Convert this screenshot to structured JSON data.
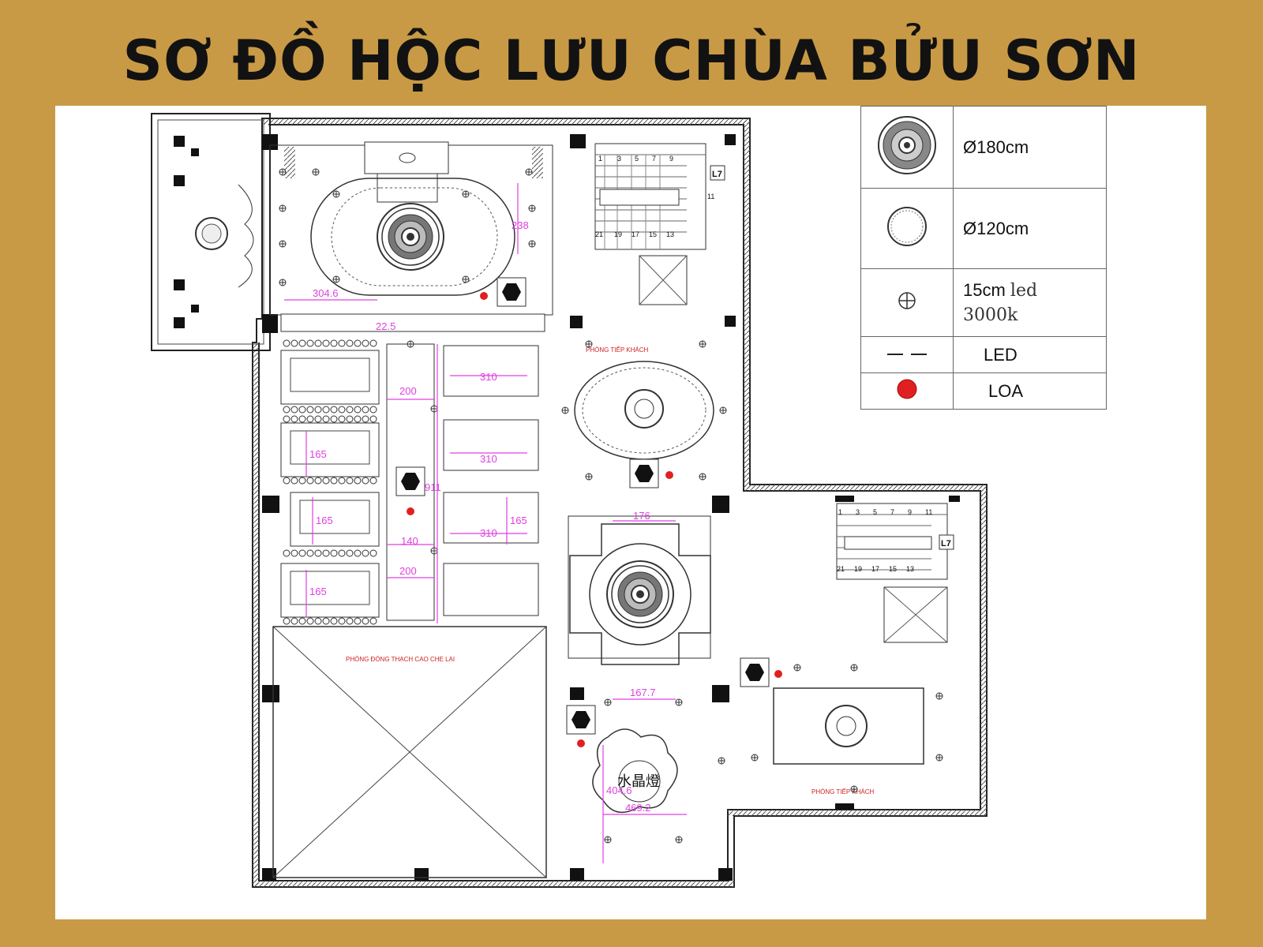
{
  "title": "SƠ ĐỒ HỘC LƯU CHÙA BỬU SƠN",
  "legend": [
    {
      "symbol": "lotus-medallion-180",
      "label": "Ø180cm"
    },
    {
      "symbol": "circle-120",
      "label": "Ø120cm"
    },
    {
      "symbol": "downlight-crosshair",
      "label_main": "15cm",
      "label_suffix": "led",
      "label_line2": "3000k"
    },
    {
      "symbol": "dashed-line",
      "label": "LED"
    },
    {
      "symbol": "red-dot",
      "label": "LOA"
    }
  ],
  "rooms": {
    "reception_top": "PHÒNG TIẾP KHÁCH",
    "reception_right": "PHÒNG TIẾP KHÁCH",
    "closed_room": "PHÒNG ĐÓNG THẠCH CAO CHE LẠI",
    "crystal_lamp": "水晶燈"
  },
  "dimensions": {
    "d304": "304.6",
    "d22": "22.5",
    "d238": "238",
    "d310a": "310",
    "d310b": "310",
    "d310c": "310",
    "d200a": "200",
    "d200b": "200",
    "d165a": "165",
    "d165b": "165",
    "d165c": "165",
    "d165d": "165",
    "d911": "911",
    "d140": "140",
    "d176": "176",
    "d167": "167.7",
    "d404": "404.6",
    "d469": "469.2"
  },
  "stairs": {
    "top": [
      "1",
      "3",
      "5",
      "7",
      "9",
      "11",
      "21",
      "19",
      "17",
      "15",
      "13"
    ],
    "right": [
      "1",
      "3",
      "5",
      "7",
      "9",
      "11",
      "21",
      "19",
      "17",
      "15",
      "13"
    ],
    "tag": "L7"
  },
  "colors": {
    "background": "#c99a45",
    "dimension": "#e040e0",
    "speaker": "#e02020",
    "room_label": "#d02020"
  }
}
